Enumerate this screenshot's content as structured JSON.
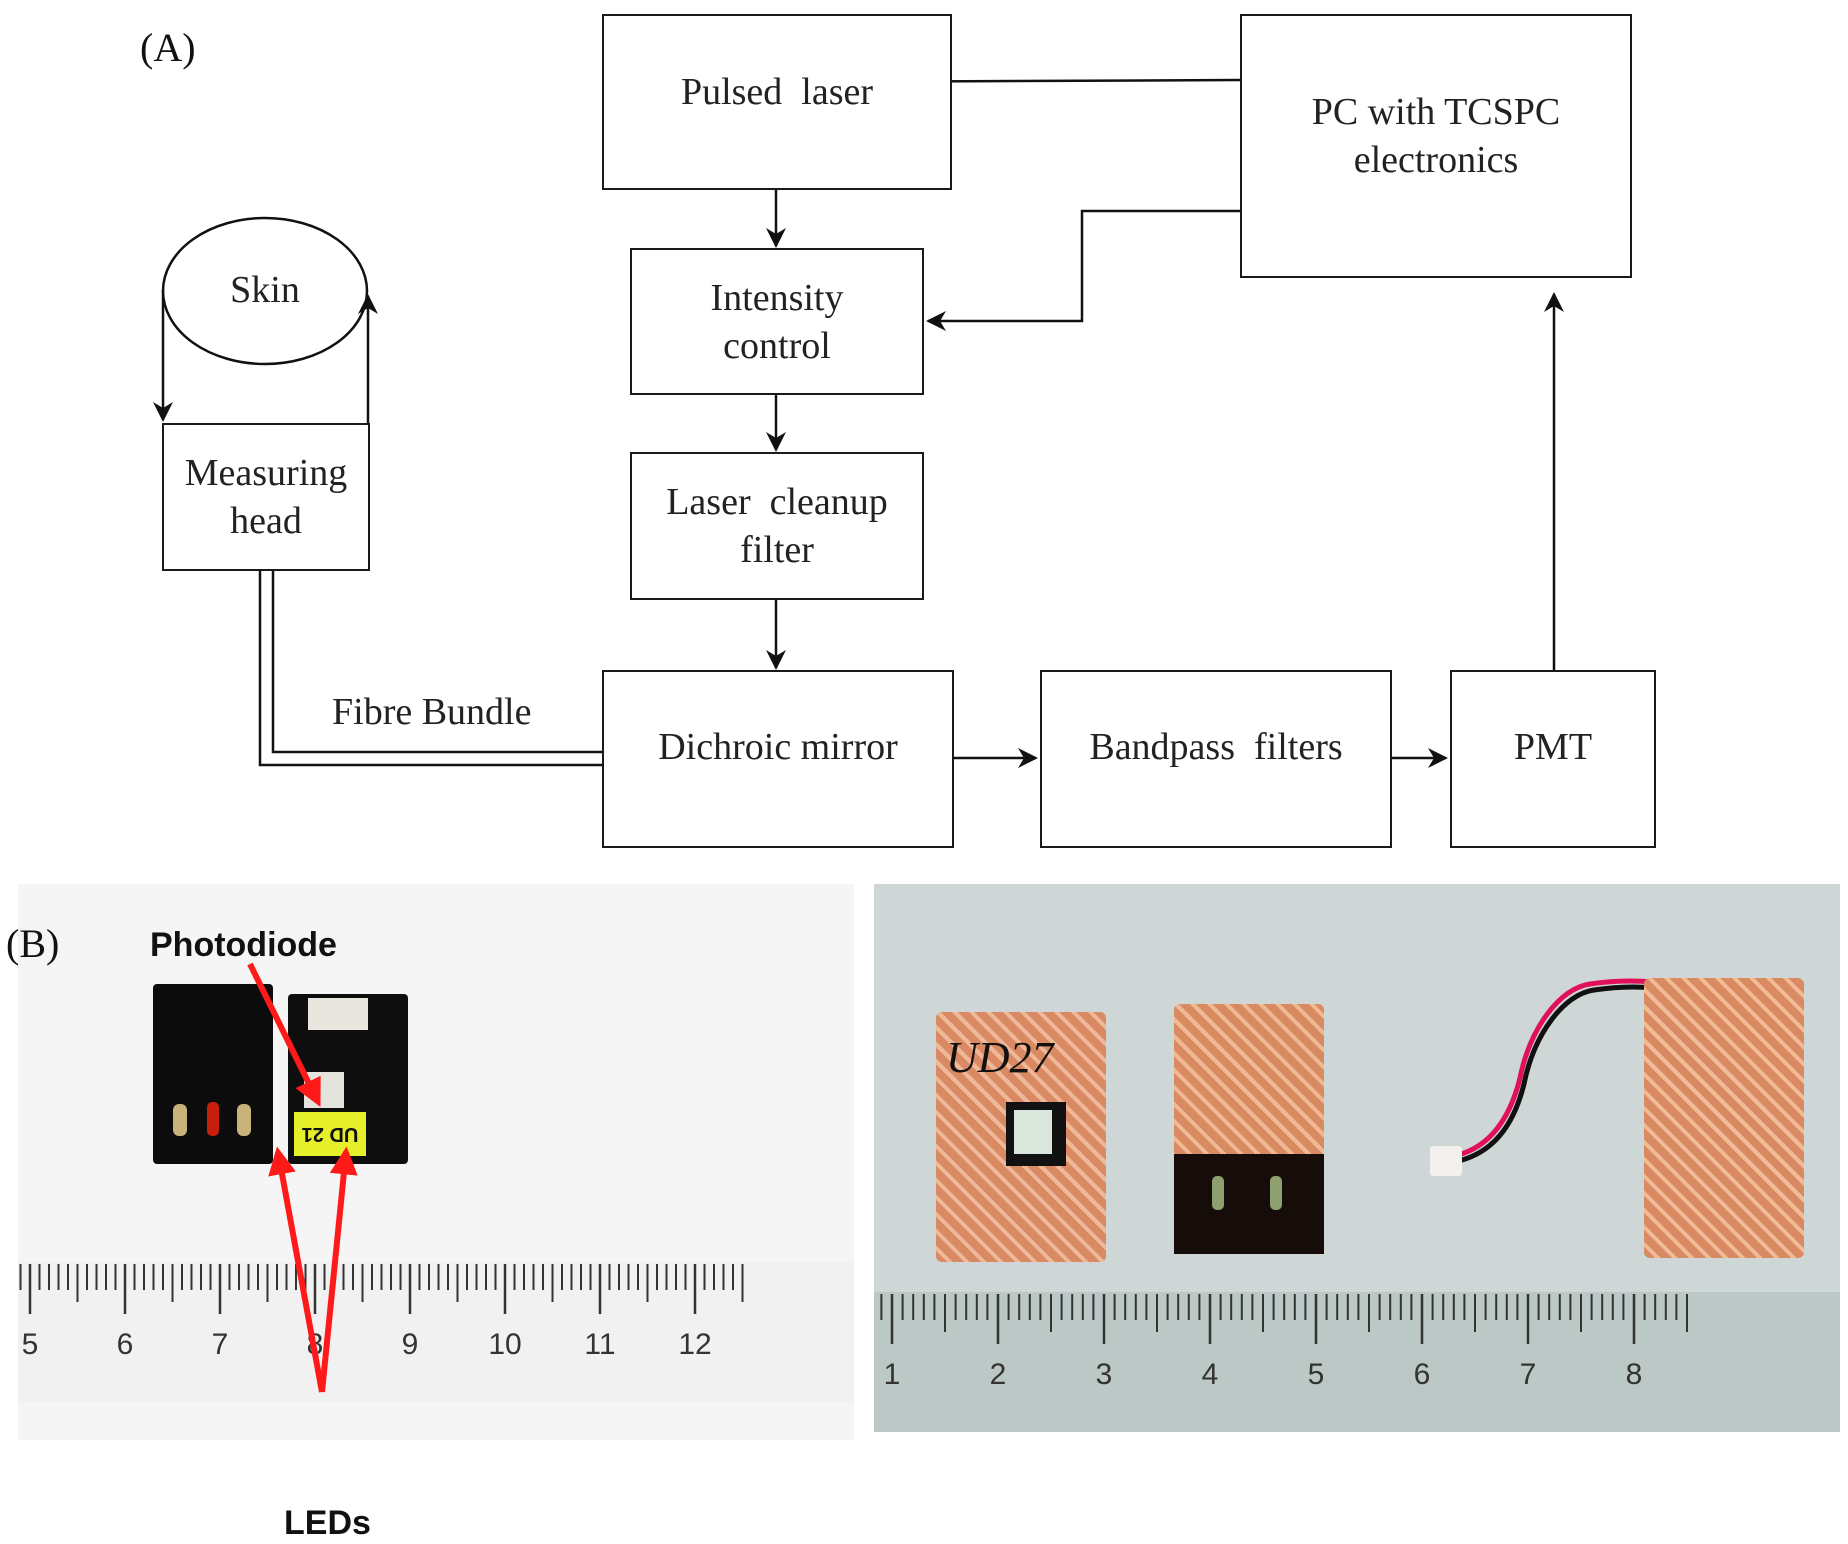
{
  "panel_a": {
    "label": "(A)",
    "nodes": {
      "pulsed_laser": "Pulsed  laser",
      "pc": [
        "PC with TCSPC",
        "electronics"
      ],
      "intensity_control": [
        "Intensity",
        "control"
      ],
      "laser_cleanup_filter": [
        "Laser  cleanup",
        "filter"
      ],
      "skin": "Skin",
      "measuring_head": [
        "Measuring",
        "head"
      ],
      "dichroic_mirror": "Dichroic mirror",
      "bandpass_filters": "Bandpass  filters",
      "pmt": "PMT"
    },
    "edge_labels": {
      "fibre_bundle": "Fibre Bundle"
    },
    "edges": [
      {
        "from": "PC with TCSPC electronics",
        "to": "Pulsed laser"
      },
      {
        "from": "PC with TCSPC electronics",
        "to": "Intensity control"
      },
      {
        "from": "Pulsed laser",
        "to": "Intensity control"
      },
      {
        "from": "Intensity control",
        "to": "Laser cleanup filter"
      },
      {
        "from": "Laser cleanup filter",
        "to": "Dichroic mirror"
      },
      {
        "from": "Dichroic mirror",
        "to": "Measuring head",
        "label": "Fibre Bundle",
        "style": "double-line"
      },
      {
        "from": "Measuring head",
        "to": "Skin"
      },
      {
        "from": "Skin",
        "to": "Measuring head"
      },
      {
        "from": "Dichroic mirror",
        "to": "Bandpass filters"
      },
      {
        "from": "Bandpass filters",
        "to": "PMT"
      },
      {
        "from": "PMT",
        "to": "PC with TCSPC electronics"
      }
    ]
  },
  "panel_b": {
    "label": "(B)",
    "left_photo": {
      "annotation_photodiode": "Photodiode",
      "annotation_leds": "LEDs",
      "annotation_color": "#ff1a1a",
      "device_tag": "UD 21",
      "ruler_numbers": [
        "5",
        "6",
        "7",
        "8",
        "9",
        "10",
        "11",
        "12"
      ]
    },
    "right_photo": {
      "device_tag": "UD27",
      "ruler_numbers": [
        "1",
        "2",
        "3",
        "4",
        "5",
        "6",
        "7",
        "8"
      ]
    }
  }
}
